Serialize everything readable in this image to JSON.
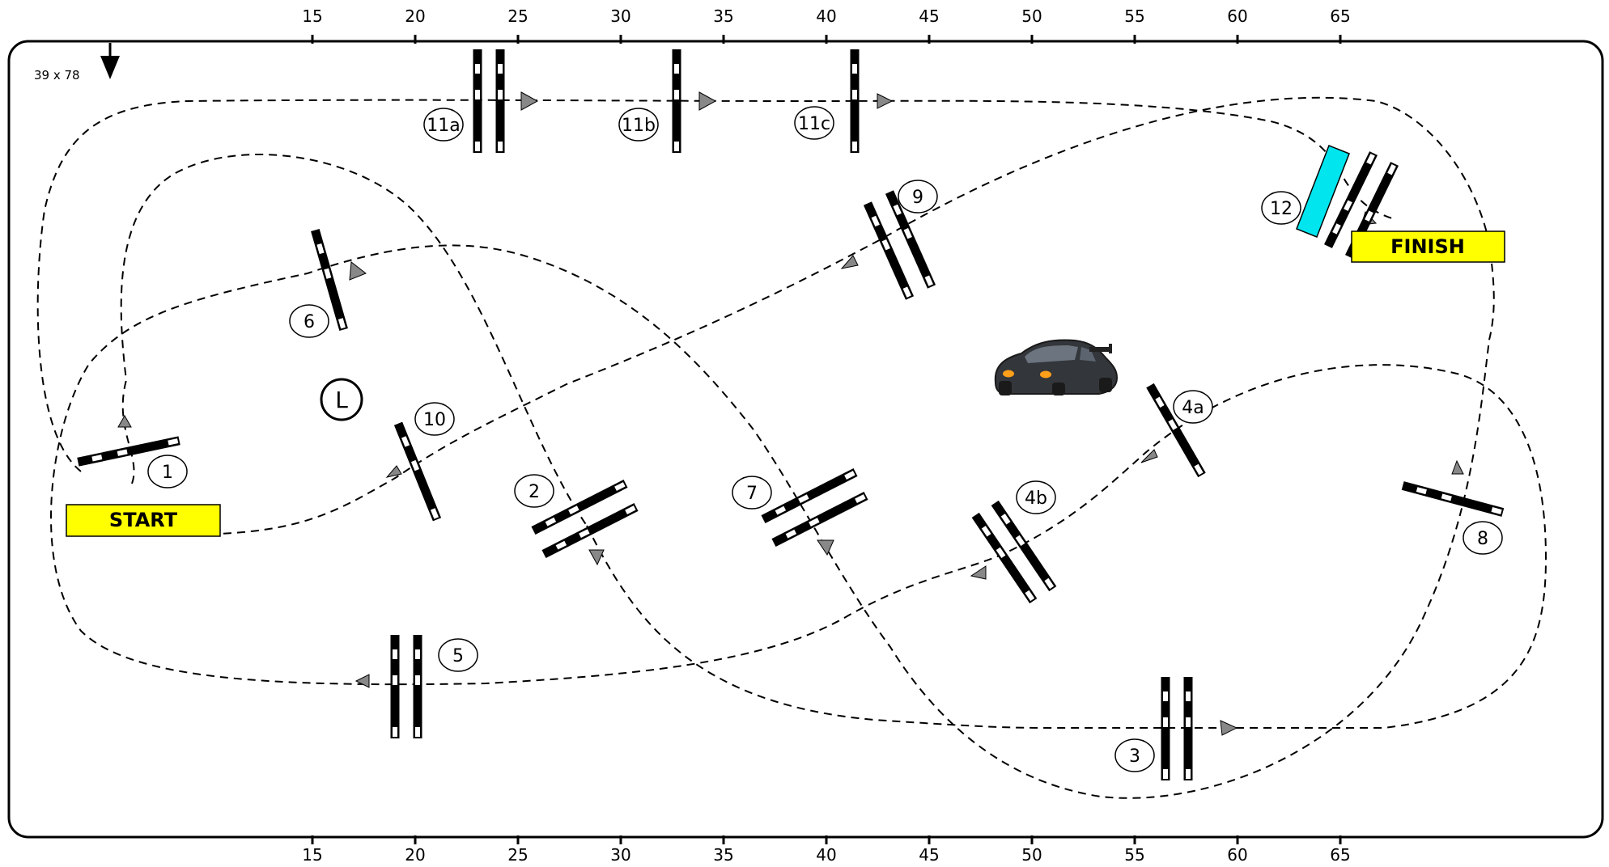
{
  "course": {
    "size_label": "39 x 78",
    "axis_ticks": [
      "15",
      "20",
      "25",
      "30",
      "35",
      "40",
      "45",
      "50",
      "55",
      "60",
      "65"
    ],
    "start_label": "START",
    "finish_label": "FINISH",
    "landmark_label": "L",
    "obstacles": [
      "1",
      "2",
      "3",
      "4a",
      "4b",
      "5",
      "6",
      "7",
      "8",
      "9",
      "10",
      "11a",
      "11b",
      "11c",
      "12"
    ]
  },
  "colors": {
    "banner": "#ffff00",
    "final_jump_rails": "#00e5ee",
    "rail": "#000000",
    "arrow": "#888888",
    "car_body": "#33363a"
  }
}
